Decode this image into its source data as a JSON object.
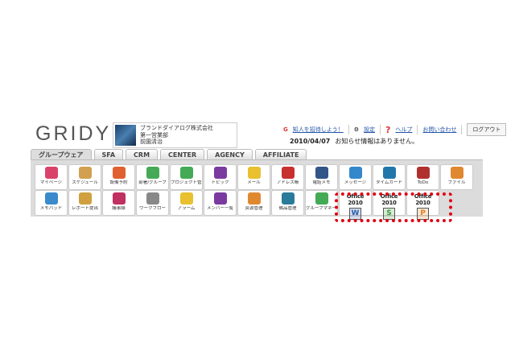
{
  "logo": {
    "text": "GRIDY"
  },
  "company": {
    "name": "ブランドダイアログ株式会社",
    "dept": "第一営業部",
    "user": "前園清治"
  },
  "tabs": [
    "グループウェア",
    "SFA",
    "CRM",
    "CENTER",
    "AGENCY",
    "AFFILIATE"
  ],
  "topnav": {
    "invite": "知人を招待しよう！",
    "settings": "設定",
    "help": "ヘルプ",
    "contact": "お問い合わせ",
    "logout": "ログアウト"
  },
  "notice": {
    "date": "2010/04/07",
    "text": "お知らせ情報はありません。"
  },
  "apps_row1": [
    {
      "label": "マイページ",
      "icon": "home-icon",
      "color": "#d9436a"
    },
    {
      "label": "スケジュール",
      "icon": "calendar-icon",
      "color": "#d2a050"
    },
    {
      "label": "設備予約",
      "icon": "facility-icon",
      "color": "#e06030"
    },
    {
      "label": "部署/グループ",
      "icon": "group-icon",
      "color": "#44aa55"
    },
    {
      "label": "プロジェクト管理",
      "icon": "project-icon",
      "color": "#44aa55"
    },
    {
      "label": "トピック",
      "icon": "topic-icon",
      "color": "#7a3aa0"
    },
    {
      "label": "メール",
      "icon": "mail-icon",
      "color": "#e8c030"
    },
    {
      "label": "アドレス帳",
      "icon": "address-book-icon",
      "color": "#c83030"
    },
    {
      "label": "電話メモ",
      "icon": "phone-memo-icon",
      "color": "#335588"
    },
    {
      "label": "メッセージ",
      "icon": "message-icon",
      "color": "#3388cc"
    },
    {
      "label": "タイムカード",
      "icon": "clock-icon",
      "color": "#2277aa"
    },
    {
      "label": "ToDo",
      "icon": "todo-icon",
      "color": "#b03030"
    },
    {
      "label": "ファイル",
      "icon": "folder-icon",
      "color": "#e08830"
    }
  ],
  "apps_row2": [
    {
      "label": "メモパッド",
      "icon": "memo-icon",
      "color": "#3a8acc"
    },
    {
      "label": "レポート提出",
      "icon": "report-icon",
      "color": "#d0a040"
    },
    {
      "label": "議事録",
      "icon": "minutes-icon",
      "color": "#c03060"
    },
    {
      "label": "ワークフロー",
      "icon": "workflow-icon",
      "color": "#888888"
    },
    {
      "label": "アラーム",
      "icon": "bell-icon",
      "color": "#e8c030"
    },
    {
      "label": "メンバー一覧",
      "icon": "members-icon",
      "color": "#7a3aa0"
    },
    {
      "label": "资源管理",
      "icon": "resource-icon",
      "color": "#e08830"
    },
    {
      "label": "備品管理",
      "icon": "equipment-icon",
      "color": "#2a7a9a"
    },
    {
      "label": "グループマネージャー",
      "icon": "group-manager-icon",
      "color": "#44aa55"
    }
  ],
  "office": [
    {
      "label": "Office 2010",
      "letter": "W",
      "icon": "word-icon",
      "color": "#2a5caa"
    },
    {
      "label": "Office 2010",
      "letter": "S",
      "icon": "excel-icon",
      "color": "#3a9a3a"
    },
    {
      "label": "Office 2010",
      "letter": "P",
      "icon": "powerpoint-icon",
      "color": "#e08020"
    }
  ],
  "highlight_color": "#e00010"
}
